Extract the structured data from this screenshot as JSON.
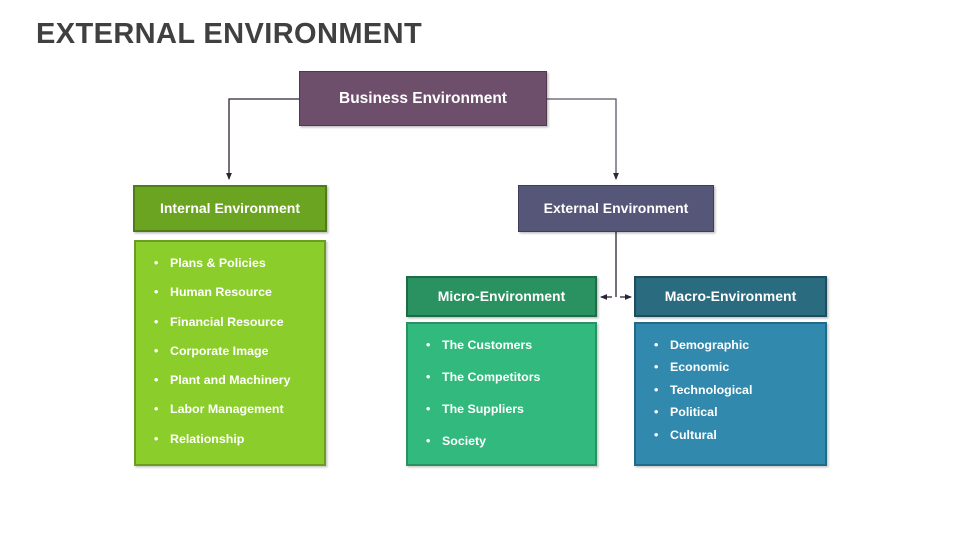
{
  "page": {
    "title": "EXTERNAL ENVIRONMENT",
    "background_color": "#ffffff",
    "title_color": "#404040"
  },
  "diagram": {
    "type": "hierarchy-flowchart",
    "root": {
      "id": "business-environment",
      "label": "Business Environment",
      "color": "#6D4F6C",
      "border_color": "#4E3A4E"
    },
    "branches": [
      {
        "id": "internal-environment",
        "label": "Internal Environment",
        "header_color": "#6AA420",
        "header_border_color": "#4F7C14",
        "body_color": "#8BCE2B",
        "body_border_color": "#6B9D22",
        "items": [
          "Plans & Policies",
          "Human Resource",
          "Financial Resource",
          "Corporate Image",
          "Plant and Machinery",
          "Labor Management",
          "Relationship"
        ]
      },
      {
        "id": "external-environment",
        "label": "External Environment",
        "header_color": "#565678",
        "header_border_color": "#3E3E59",
        "items": [],
        "children": [
          {
            "id": "micro-environment",
            "label": "Micro-Environment",
            "header_color": "#2A9161",
            "header_border_color": "#1D6B47",
            "body_color": "#32B97E",
            "body_border_color": "#2A9161",
            "items": [
              "The Customers",
              "The Competitors",
              "The Suppliers",
              "Society"
            ]
          },
          {
            "id": "macro-environment",
            "label": "Macro-Environment",
            "header_color": "#2A6B80",
            "header_border_color": "#1D4D5E",
            "body_color": "#3189AD",
            "body_border_color": "#236A88",
            "items": [
              "Demographic",
              "Economic",
              "Technological",
              "Political",
              "Cultural"
            ]
          }
        ]
      }
    ],
    "connectors": [
      {
        "id": "business-to-internal",
        "from": "business-environment",
        "to": "internal-environment",
        "style": "elbow",
        "arrow": "end"
      },
      {
        "id": "business-to-external",
        "from": "business-environment",
        "to": "external-environment",
        "style": "elbow",
        "arrow": "end"
      },
      {
        "id": "external-to-micro-macro",
        "from": "external-environment",
        "to": "micro-environment/macro-environment",
        "style": "tee",
        "arrow": "both"
      }
    ],
    "connector_color": "#2E2436"
  }
}
